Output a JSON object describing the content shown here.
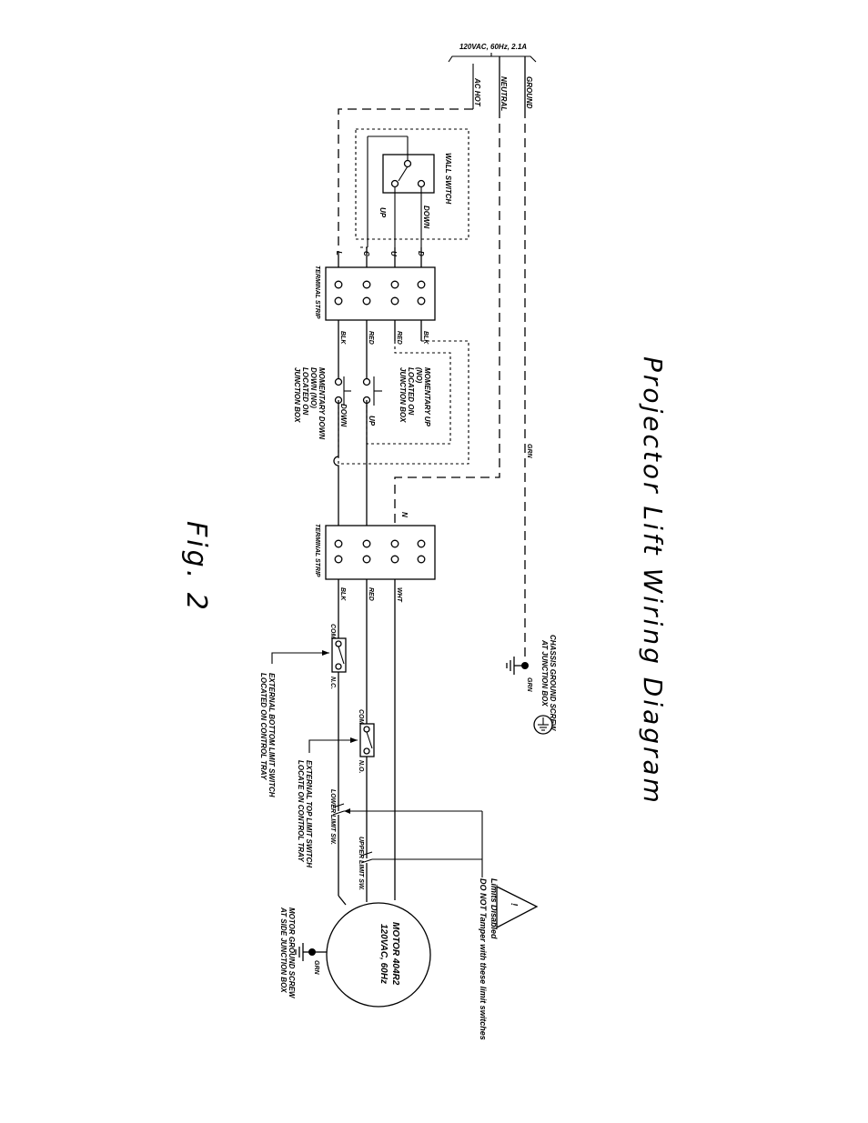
{
  "supply": {
    "rating": "120VAC, 60Hz, 2.1A",
    "ac_hot": "AC HOT",
    "neutral": "NEUTRAL",
    "ground": "GROUND"
  },
  "wall_switch": {
    "title": "WALL SWITCH",
    "up": "UP",
    "down": "DOWN"
  },
  "terminal_strip_1": {
    "title": "TERMINAL STRIP",
    "terminals": [
      "L",
      "C",
      "U",
      "D"
    ],
    "wires": [
      "BLK",
      "RED",
      "RED",
      "BLK"
    ]
  },
  "junction_box_switches": {
    "up_label": "MOMENTARY UP (NO) LOCATED ON JUNCTION BOX",
    "up_lines": [
      "MOMENTARY UP",
      "(NO)",
      "LOCATED ON",
      "JUNCTION BOX"
    ],
    "down_lines": [
      "MOMENTARY DOWN",
      "DOWN (NO)",
      "LOCATED ON",
      "JUNCTION BOX"
    ],
    "up_mark": "UP",
    "down_mark": "DOWN"
  },
  "ground_wire": {
    "label": "GRN"
  },
  "terminal_strip_2": {
    "title": "TERMINAL STRIP",
    "neutral_mark": "N",
    "wires": [
      "BLK",
      "RED",
      "WHT"
    ]
  },
  "chassis_ground": {
    "lines": [
      "CHASSIS GROUND SCREW",
      "AT JUNCTION BOX"
    ],
    "wire": "GRN"
  },
  "bottom_limit": {
    "com": "COM",
    "nc": "N.C.",
    "lines": [
      "EXTERNAL BOTTOM LIMIT SWITCH",
      "LOCATED ON CONTROL TRAY"
    ]
  },
  "top_limit": {
    "com": "COM",
    "no": "N.O.",
    "lines": [
      "EXTERNAL TOP LIMIT SWITCH",
      "LOCATE ON CONTROL TRAY"
    ]
  },
  "internal_limits": {
    "lower": "LOWER LIMIT SW.",
    "upper": "UPPER LIMIT SW."
  },
  "warning": {
    "symbol": "!",
    "lines": [
      "Limits Disabled",
      "DO NOT Tamper with these limit switches"
    ]
  },
  "motor": {
    "lines": [
      "MOTOR 404R2",
      "120VAC, 60Hz"
    ],
    "ground_lines": [
      "MOTOR GROUND SCREW",
      "AT SIDE JUNCTION BOX"
    ],
    "ground_wire": "GRN"
  },
  "title": "Projector Lift Wiring Diagram",
  "figure": "Fig. 2"
}
